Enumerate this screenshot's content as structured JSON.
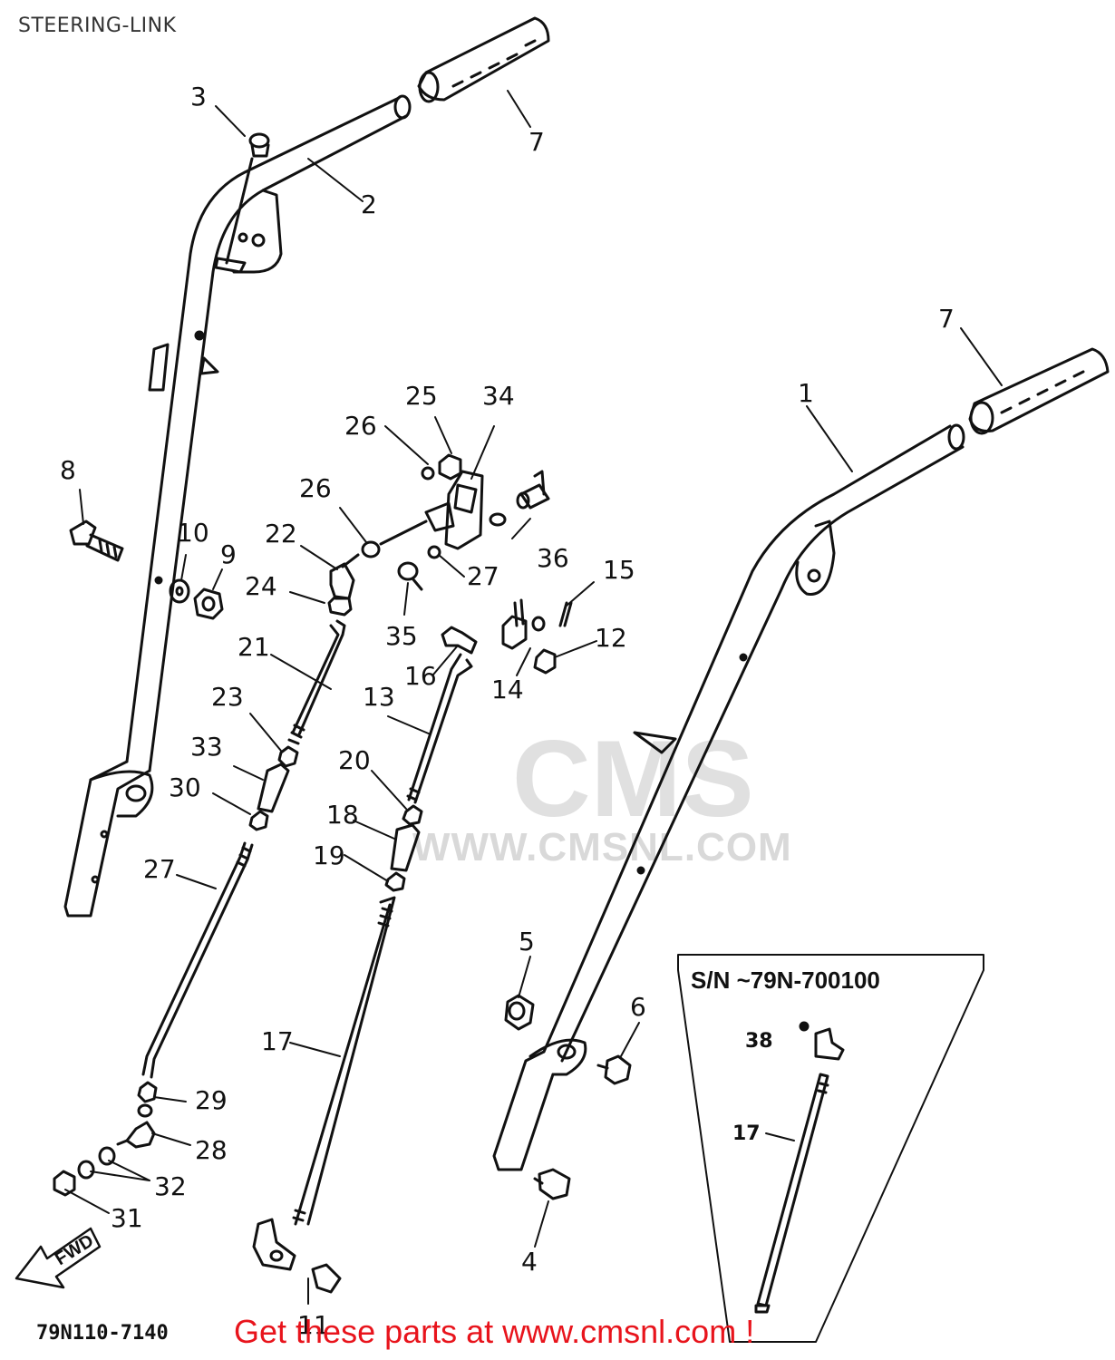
{
  "title": "STEERING-LINK",
  "drawing_code": "79N110-7140",
  "promo": "Get these parts at www.cmsnl.com !",
  "watermark": {
    "text": "WWW.CMSNL.COM",
    "logo": "CMS"
  },
  "fwd_label": "FWD",
  "serial_note": "S/N ~79N-700100",
  "callouts": {
    "c1": "1",
    "c2": "2",
    "c3": "3",
    "c4": "4",
    "c5": "5",
    "c6": "6",
    "c7a": "7",
    "c7b": "7",
    "c8": "8",
    "c9": "9",
    "c10": "10",
    "c11": "11",
    "c12": "12",
    "c13": "13",
    "c14": "14",
    "c15": "15",
    "c16": "16",
    "c17": "17",
    "c17b": "17",
    "c18": "18",
    "c19": "19",
    "c20": "20",
    "c21": "21",
    "c22": "22",
    "c23": "23",
    "c24": "24",
    "c25": "25",
    "c26a": "26",
    "c26b": "26",
    "c27a": "27",
    "c27b": "27",
    "c28": "28",
    "c29": "29",
    "c30": "30",
    "c31": "31",
    "c32": "32",
    "c33": "33",
    "c34": "34",
    "c35": "35",
    "c36": "36",
    "c38": "38"
  },
  "colors": {
    "line": "#111111",
    "promo": "#e8141c",
    "watermark": "#d9d9d9"
  }
}
